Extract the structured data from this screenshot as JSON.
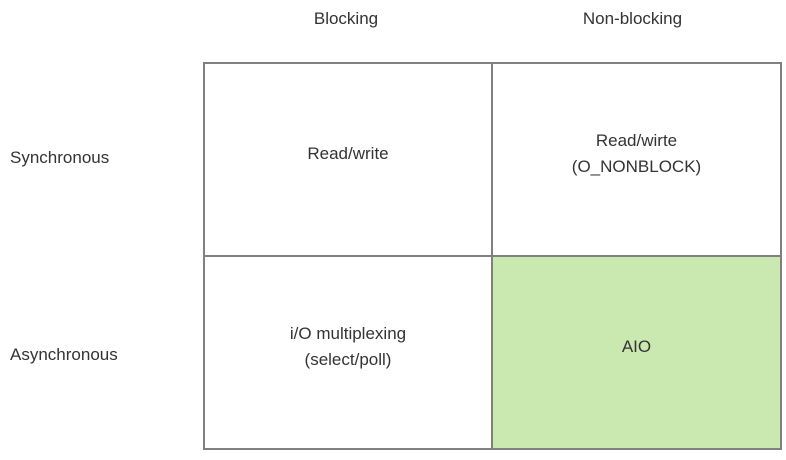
{
  "diagram": {
    "background_color": "#ffffff",
    "border_color": "#808080",
    "text_color": "#333333",
    "highlight_color": "#c9e9b0",
    "columns": [
      {
        "id": "blocking",
        "label": "Blocking"
      },
      {
        "id": "non-blocking",
        "label": "Non-blocking"
      }
    ],
    "rows": [
      {
        "id": "synchronous",
        "label": "Synchronous"
      },
      {
        "id": "asynchronous",
        "label": "Asynchronous"
      }
    ],
    "cells": [
      {
        "id": "sync-blocking",
        "row": "Synchronous",
        "column": "Blocking",
        "lines": [
          "Read/write"
        ],
        "highlighted": false
      },
      {
        "id": "sync-nonblocking",
        "row": "Synchronous",
        "column": "Non-blocking",
        "lines": [
          "Read/wirte",
          "(O_NONBLOCK)"
        ],
        "highlighted": false
      },
      {
        "id": "async-blocking",
        "row": "Asynchronous",
        "column": "Blocking",
        "lines": [
          "i/O multiplexing",
          "(select/poll)"
        ],
        "highlighted": false
      },
      {
        "id": "async-nonblocking",
        "row": "Asynchronous",
        "column": "Non-blocking",
        "lines": [
          "AIO"
        ],
        "highlighted": true
      }
    ]
  }
}
